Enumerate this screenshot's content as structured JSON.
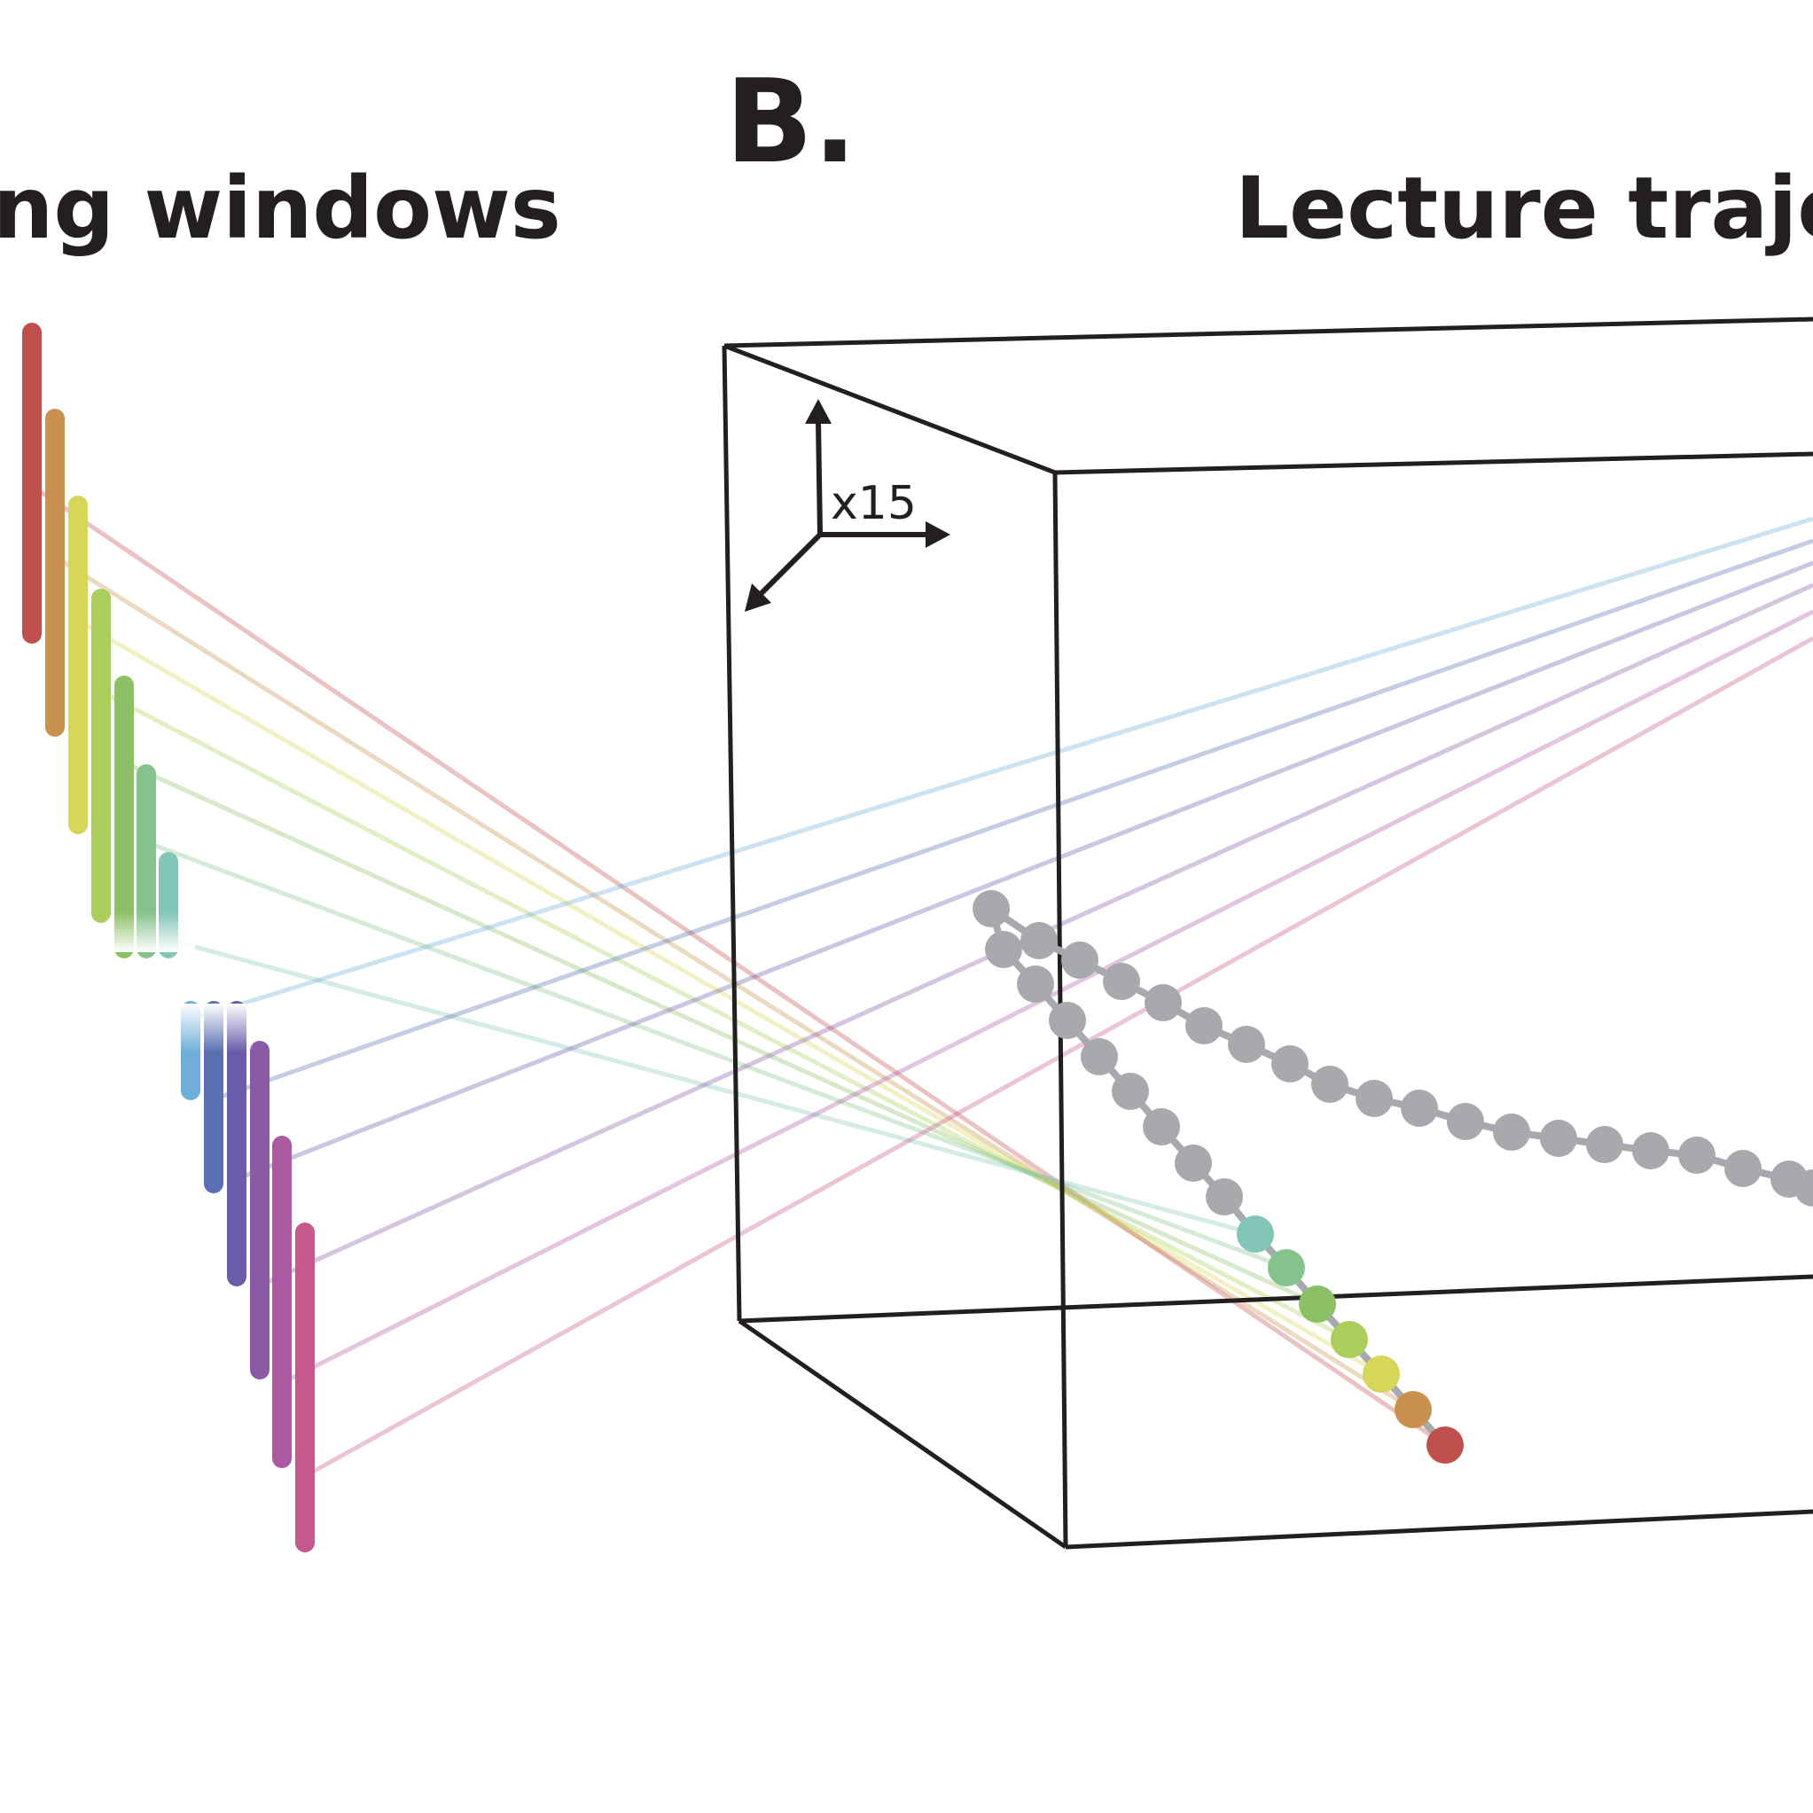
{
  "panel_label": "B.",
  "left_title": "ng windows",
  "right_title": "Lecture trajec",
  "scale_label": "x15",
  "colors": {
    "ink": "#231f20",
    "trajectory_gray": "#a7a9ac",
    "windows": [
      "#c0504d",
      "#c8914f",
      "#d6d65a",
      "#aacd5c",
      "#8cc066",
      "#86c38c",
      "#83c5b6",
      "#6faed8",
      "#5a6fb1",
      "#6a5ca8",
      "#8a5aa6",
      "#ab5aa1",
      "#c45a8c"
    ]
  }
}
